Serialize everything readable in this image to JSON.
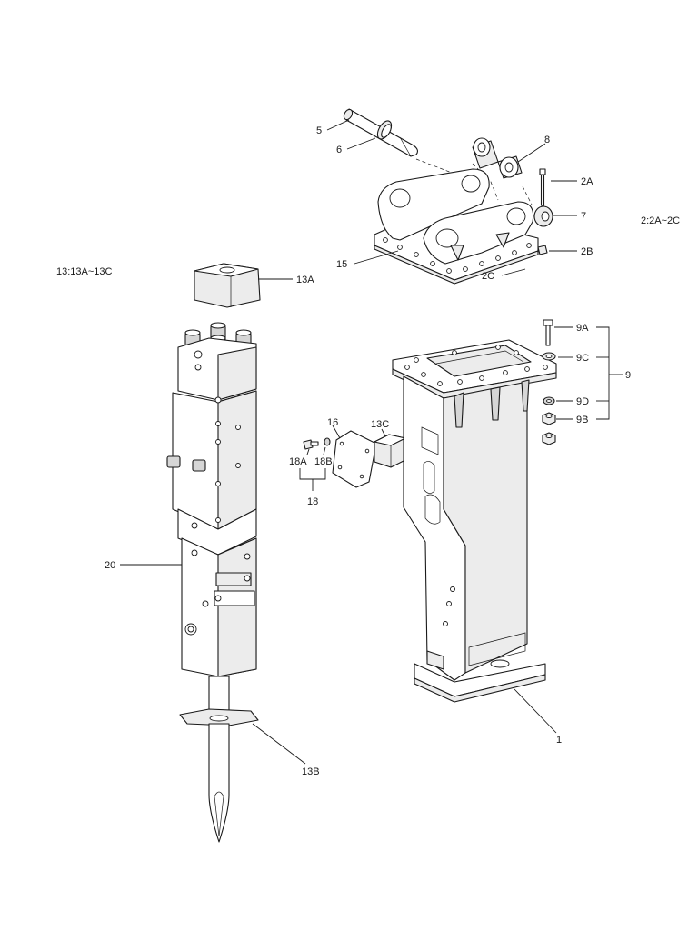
{
  "callouts": {
    "c1": "1",
    "c2A": "2A",
    "c2B": "2B",
    "c2C": "2C",
    "c5": "5",
    "c6": "6",
    "c7": "7",
    "c8": "8",
    "c9": "9",
    "c9A": "9A",
    "c9B": "9B",
    "c9C": "9C",
    "c9D": "9D",
    "c13A": "13A",
    "c13B": "13B",
    "c13C": "13C",
    "c15": "15",
    "c16": "16",
    "c18": "18",
    "c18A": "18A",
    "c18B": "18B",
    "c20": "20"
  },
  "notes": {
    "kit2": "2:2A~2C",
    "kit13": "13:13A~13C"
  }
}
